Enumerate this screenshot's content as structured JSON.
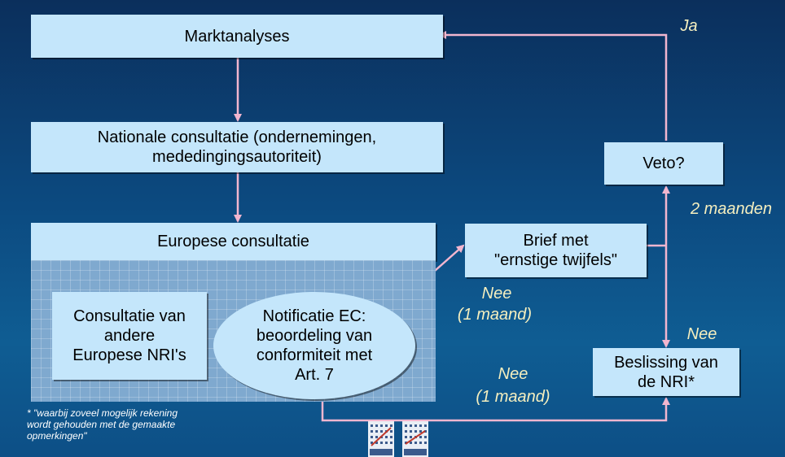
{
  "boxes": {
    "marktanalyses": "Marktanalyses",
    "nationale_line1": "Nationale consultatie (ondernemingen,",
    "nationale_line2": "mededingingsautoriteit)",
    "europese": "Europese consultatie",
    "consultatie_line1": "Consultatie van",
    "consultatie_line2": "andere",
    "consultatie_line3": "Europese NRI's",
    "notificatie_line1": "Notificatie EC:",
    "notificatie_line2": "beoordeling van",
    "notificatie_line3": "conformiteit met",
    "notificatie_line4": "Art. 7",
    "brief_line1": "Brief met",
    "brief_line2": "\"ernstige twijfels\"",
    "veto": "Veto?",
    "beslissing_line1": "Beslissing van",
    "beslissing_line2": "de NRI*"
  },
  "labels": {
    "ja": "Ja",
    "twee_maanden": "2 maanden",
    "nee_top": "Nee",
    "een_maand_top": "(1 maand)",
    "nee_right": "Nee",
    "nee_bottom": "Nee",
    "een_maand_bottom": "(1 maand)"
  },
  "footnote": {
    "line1": "* \"waarbij zoveel mogelijk rekening",
    "line2": "wordt gehouden met de gemaakte",
    "line3": "opmerkingen\""
  },
  "colors": {
    "box_fill": "#c4e6fb",
    "arrow": "#f2b6cf",
    "label_text": "#f5efbf",
    "background": "#0c4a80"
  },
  "logos": [
    "logo-left",
    "logo-right"
  ]
}
